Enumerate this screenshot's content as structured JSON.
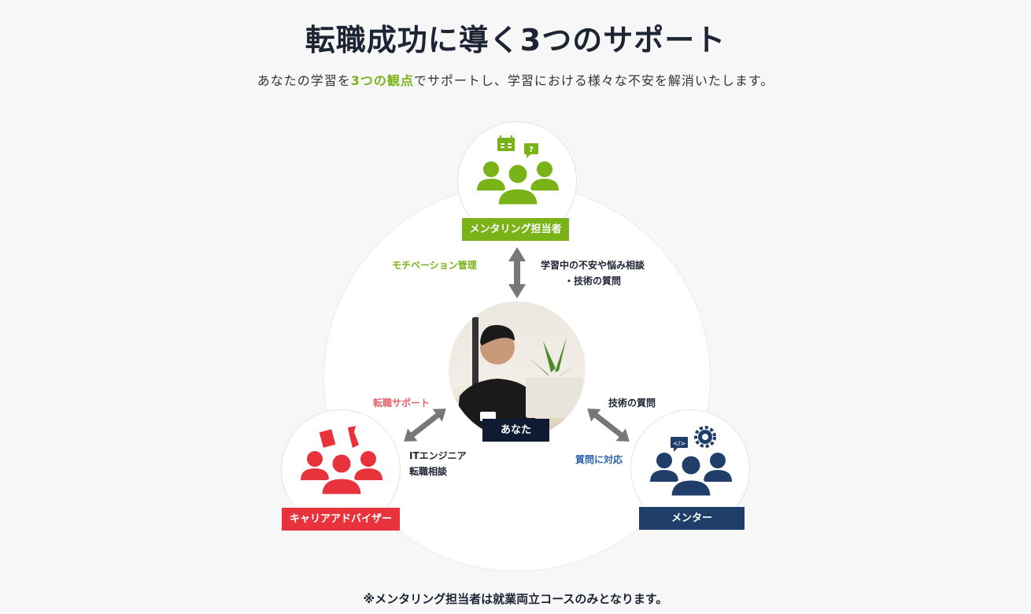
{
  "title": "転職成功に導く3つのサポート",
  "subtitle": {
    "before": "あなたの学習を",
    "highlight": "3つの観点",
    "after": "でサポートし、学習における様々な不安を解消いたします。"
  },
  "nodes": {
    "mentoring": {
      "label": "メンタリング担当者",
      "color": "#7ab317"
    },
    "advisor": {
      "label": "キャリアアドバイザー",
      "color": "#e8323c"
    },
    "mentor": {
      "label": "メンター",
      "color": "#1f3f6a"
    },
    "you": {
      "label": "あなた",
      "color": "#0f1a33"
    }
  },
  "relations": {
    "motivation": "モチベーション管理",
    "consult_line1": "学習中の不安や悩み相談",
    "consult_line2": "・技術の質問",
    "career_support": "転職サポート",
    "it_line1": "ITエンジニア",
    "it_line2": "転職相談",
    "tech_question": "技術の質問",
    "answer": "質問に対応"
  },
  "note": "※メンタリング担当者は就業両立コースのみとなります。"
}
